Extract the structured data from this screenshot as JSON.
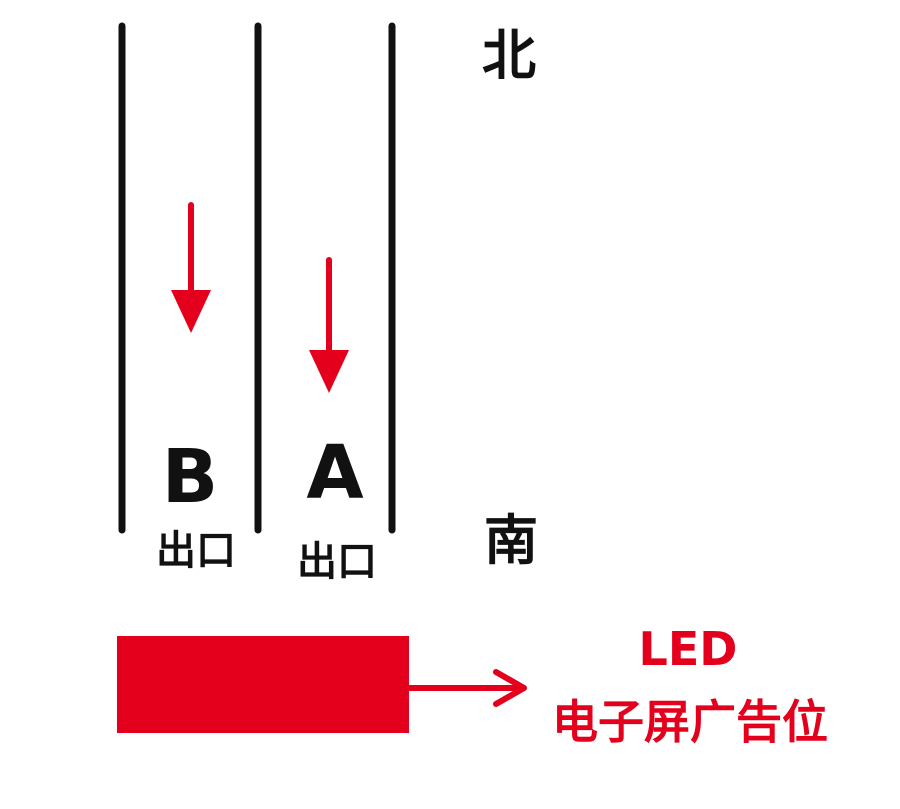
{
  "directions": {
    "north": "北",
    "south": "南"
  },
  "exits": {
    "b": {
      "letter": "B",
      "label": "出口"
    },
    "a": {
      "letter": "A",
      "label": "出口"
    }
  },
  "advert": {
    "line1": "LED",
    "line2": "电子屏广告位"
  },
  "colors": {
    "accent": "#e4001c",
    "lines": "#111111"
  }
}
